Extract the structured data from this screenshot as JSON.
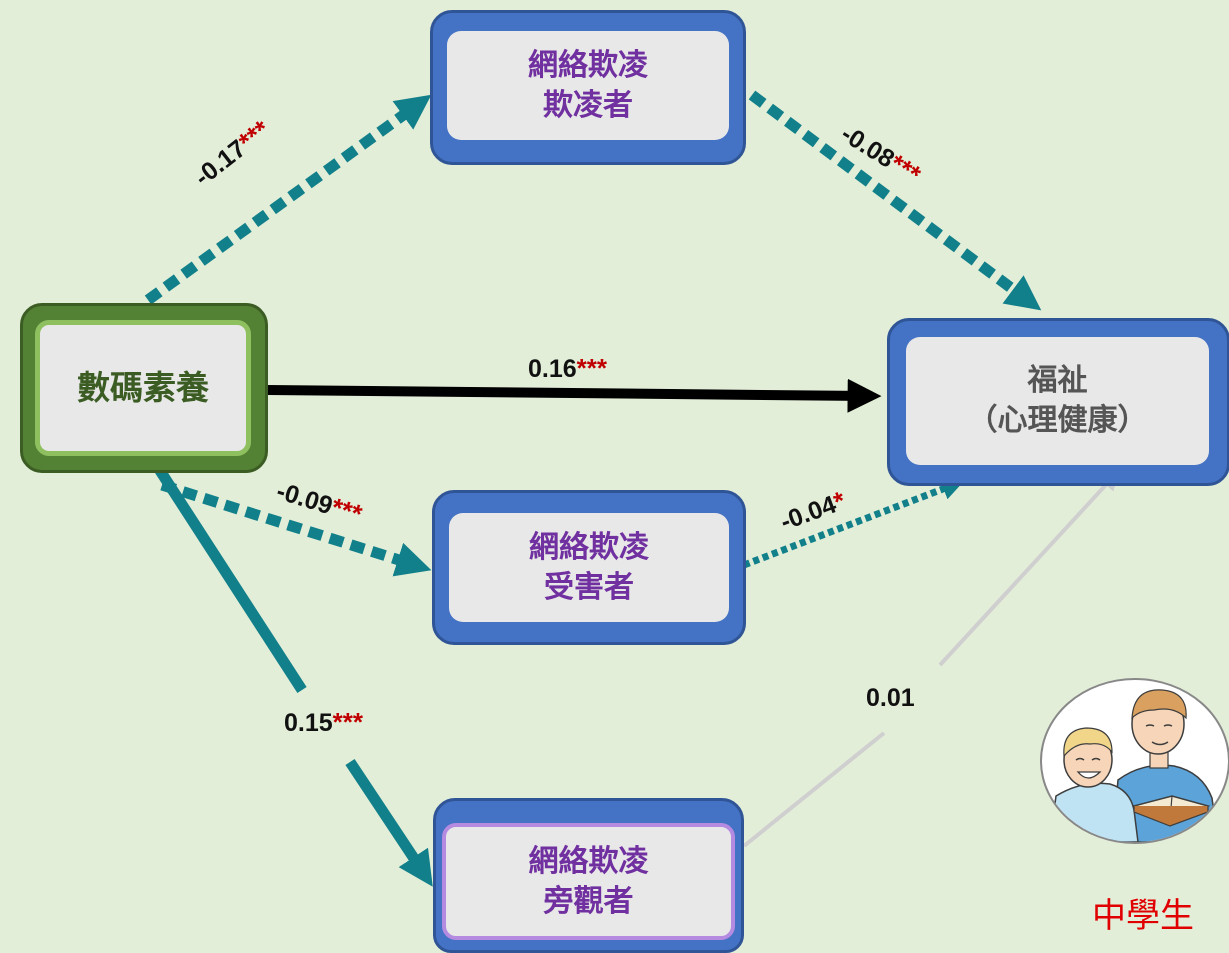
{
  "nodes": {
    "literacy": {
      "label": "數碼素養"
    },
    "perpetrator": {
      "line1": "網絡欺凌",
      "line2": "欺凌者"
    },
    "victim": {
      "line1": "網絡欺凌",
      "line2": "受害者"
    },
    "bystander": {
      "line1": "網絡欺凌",
      "line2": "旁觀者"
    },
    "wellbeing": {
      "line1": "福祉",
      "line2": "（心理健康）"
    }
  },
  "edges": {
    "literacy_perpetrator": {
      "coef": "-0.17",
      "stars": "***"
    },
    "perpetrator_wellbeing": {
      "coef": "-0.08",
      "stars": "***"
    },
    "literacy_wellbeing": {
      "coef": "0.16",
      "stars": "***"
    },
    "literacy_victim": {
      "coef": "-0.09",
      "stars": "***"
    },
    "victim_wellbeing": {
      "coef": "-0.04",
      "stars": "*"
    },
    "literacy_bystander": {
      "coef": "0.15",
      "stars": "***"
    },
    "bystander_wellbeing": {
      "coef": "0.01",
      "stars": ""
    }
  },
  "avatar": {
    "icon": "students-reading-icon",
    "label": "中學生"
  },
  "colors": {
    "teal": "#12808a",
    "blue_box": "#4472c4",
    "green_box": "#548235",
    "node_text_purple": "#7030a0",
    "star_red": "#c00000",
    "nonsig_gray": "#cfcfcf"
  }
}
